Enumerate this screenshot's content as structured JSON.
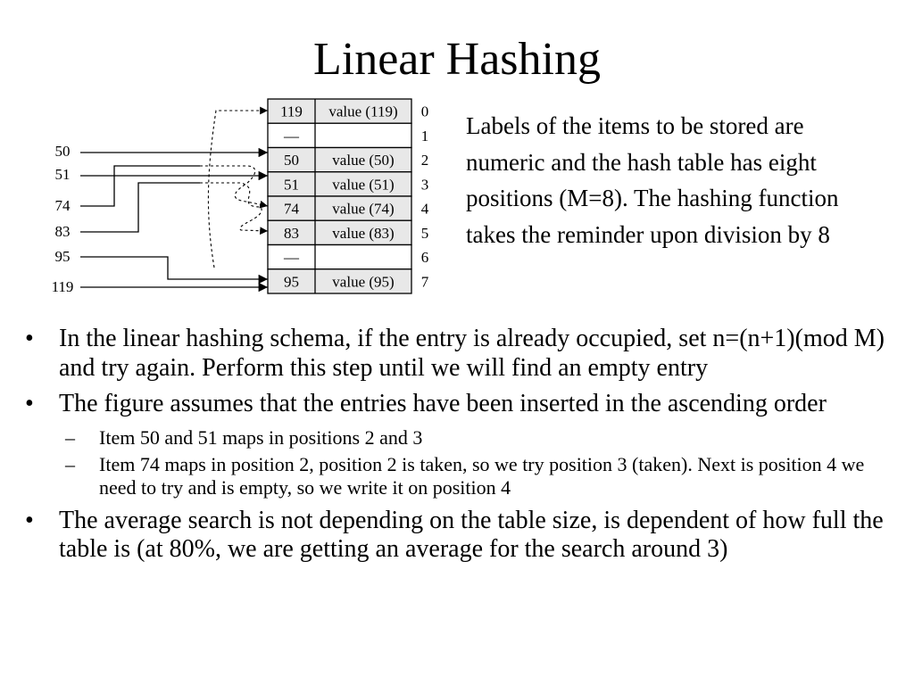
{
  "title": "Linear Hashing",
  "description": "Labels of the items to be stored are numeric and the hash table has eight positions (M=8). The hashing function takes the reminder upon division by 8",
  "diagram": {
    "input_keys": [
      "50",
      "51",
      "74",
      "83",
      "95",
      "119"
    ],
    "table": [
      {
        "position": "0",
        "key": "119",
        "value": "value (119)"
      },
      {
        "position": "1",
        "key": "—",
        "value": ""
      },
      {
        "position": "2",
        "key": "50",
        "value": "value (50)"
      },
      {
        "position": "3",
        "key": "51",
        "value": "value (51)"
      },
      {
        "position": "4",
        "key": "74",
        "value": "value (74)"
      },
      {
        "position": "5",
        "key": "83",
        "value": "value (83)"
      },
      {
        "position": "6",
        "key": "—",
        "value": ""
      },
      {
        "position": "7",
        "key": "95",
        "value": "value (95)"
      }
    ]
  },
  "bullets": [
    {
      "marker": "•",
      "text": "In the linear hashing schema, if the entry is already occupied, set n=(n+1)(mod M) and try again. Perform this step until we will find an empty entry"
    },
    {
      "marker": "•",
      "text": "The figure assumes that the entries have been inserted in the ascending order",
      "sub": [
        {
          "marker": "–",
          "text": "Item 50 and 51 maps in positions 2 and 3"
        },
        {
          "marker": "–",
          "text": "Item 74 maps in position 2, position 2 is taken, so we try position 3 (taken). Next is position 4 we need to try and is empty, so we write it on position 4"
        }
      ]
    },
    {
      "marker": "•",
      "text": "The average search is not depending on the table size, is dependent of how full the table is (at 80%, we are getting an average for the search around 3)"
    }
  ]
}
